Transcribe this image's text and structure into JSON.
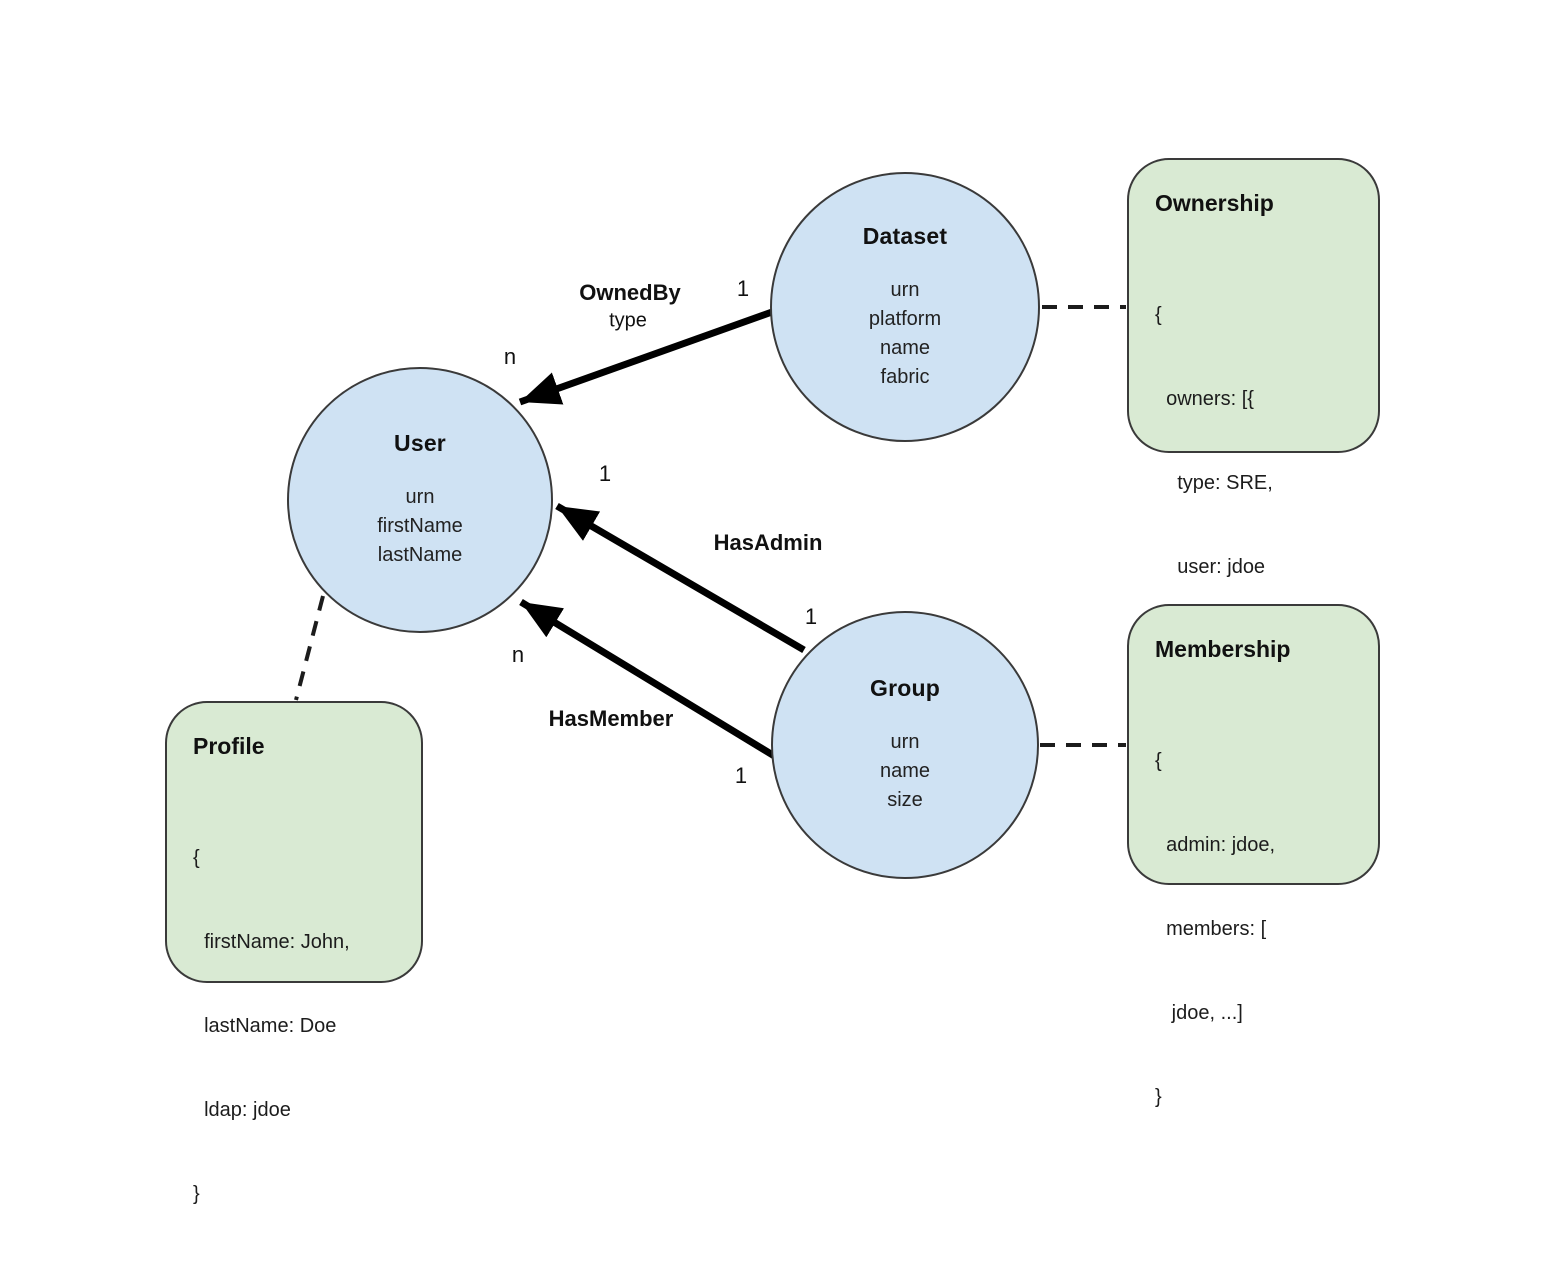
{
  "diagram": {
    "type": "entity-relationship",
    "colors": {
      "entity_fill": "#cfe2f3",
      "aspect_fill": "#d9ead3",
      "stroke": "#3a3a3a",
      "edge": "#000000",
      "background": "#ffffff"
    },
    "entities": [
      {
        "title": "Dataset",
        "attributes": [
          "urn",
          "platform",
          "name",
          "fabric"
        ]
      },
      {
        "title": "User",
        "attributes": [
          "urn",
          "firstName",
          "lastName"
        ]
      },
      {
        "title": "Group",
        "attributes": [
          "urn",
          "name",
          "size"
        ]
      }
    ],
    "aspects": [
      {
        "title": "Ownership",
        "lines": [
          "{",
          "  owners: [{",
          "    type: SRE,",
          "    user: jdoe",
          "  }, ...]",
          "}"
        ]
      },
      {
        "title": "Membership",
        "lines": [
          "{",
          "  admin: jdoe,",
          "  members: [",
          "   jdoe, ...]",
          "}"
        ]
      },
      {
        "title": "Profile",
        "lines": [
          "{",
          "  firstName: John,",
          "  lastName: Doe",
          "  ldap: jdoe",
          "}"
        ]
      }
    ],
    "edges": [
      {
        "name": "OwnedBy",
        "sublabel": "type",
        "from": "Dataset",
        "to": "User",
        "source_card": "1",
        "target_card": "n"
      },
      {
        "name": "HasAdmin",
        "from": "Group",
        "to": "User",
        "source_card": "1",
        "target_card": "1"
      },
      {
        "name": "HasMember",
        "from": "Group",
        "to": "User",
        "source_card": "1",
        "target_card": "n"
      }
    ],
    "dashed_links": [
      {
        "from": "Dataset",
        "to": "Ownership"
      },
      {
        "from": "Group",
        "to": "Membership"
      },
      {
        "from": "User",
        "to": "Profile"
      }
    ]
  }
}
